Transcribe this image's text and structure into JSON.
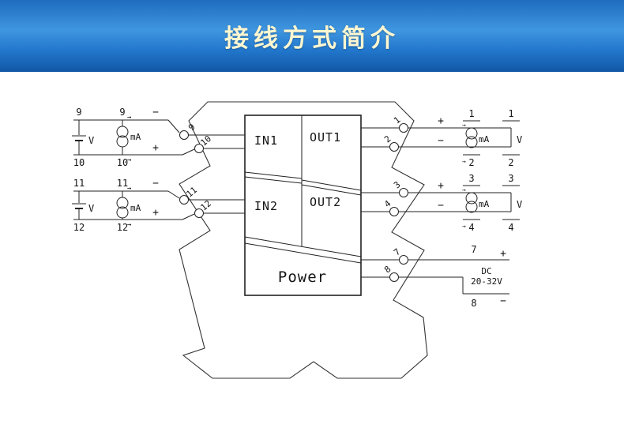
{
  "header": {
    "title": "接线方式简介"
  },
  "module": {
    "in1": "IN1",
    "out1": "OUT1",
    "in2": "IN2",
    "out2": "OUT2",
    "power": "Power"
  },
  "symbols": {
    "plus": "+",
    "minus": "−",
    "arrow": "→",
    "volt": "V",
    "milliamp": "mA"
  },
  "power_supply": {
    "dc": "DC",
    "range": "20-32V"
  },
  "terminals": {
    "n1": "1",
    "n2": "2",
    "n3": "3",
    "n4": "4",
    "n7": "7",
    "n8": "8",
    "n9": "9",
    "n10": "10",
    "n11": "11",
    "n12": "12"
  }
}
